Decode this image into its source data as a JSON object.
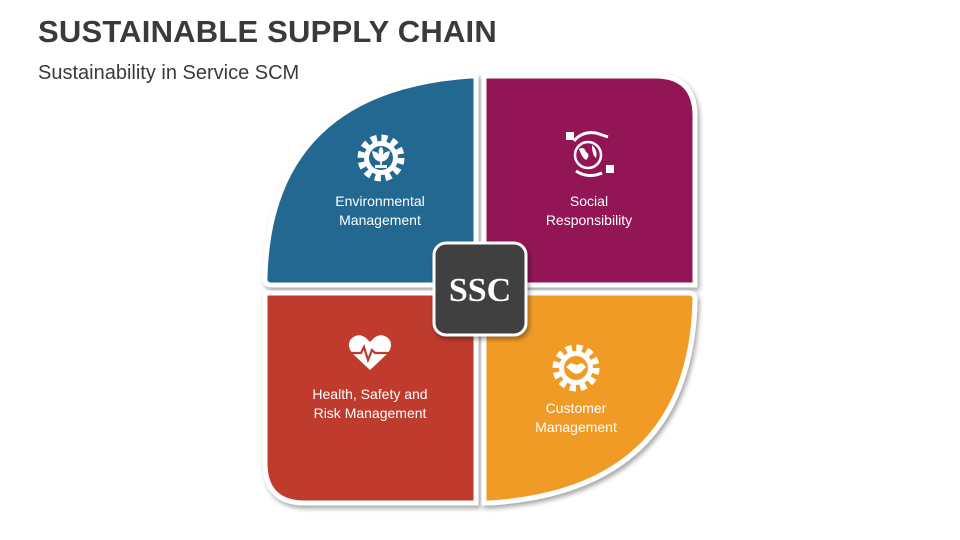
{
  "header": {
    "title": "SUSTAINABLE SUPPLY CHAIN",
    "subtitle": "Sustainability in Service SCM"
  },
  "center": {
    "label": "SSC",
    "color": "#404040"
  },
  "quadrants": [
    {
      "id": "environmental",
      "line1": "Environmental",
      "line2": "Management",
      "color": "#246891",
      "icon": "gear-plant-icon"
    },
    {
      "id": "social",
      "line1": "Social",
      "line2": "Responsibility",
      "color": "#921454",
      "icon": "hand-globe-icon"
    },
    {
      "id": "health",
      "line1": "Health, Safety and",
      "line2": "Risk Management",
      "color": "#BE3A2F",
      "icon": "heart-pulse-icon"
    },
    {
      "id": "customer",
      "line1": "Customer",
      "line2": "Management",
      "color": "#F09B26",
      "icon": "gear-handshake-icon"
    }
  ]
}
